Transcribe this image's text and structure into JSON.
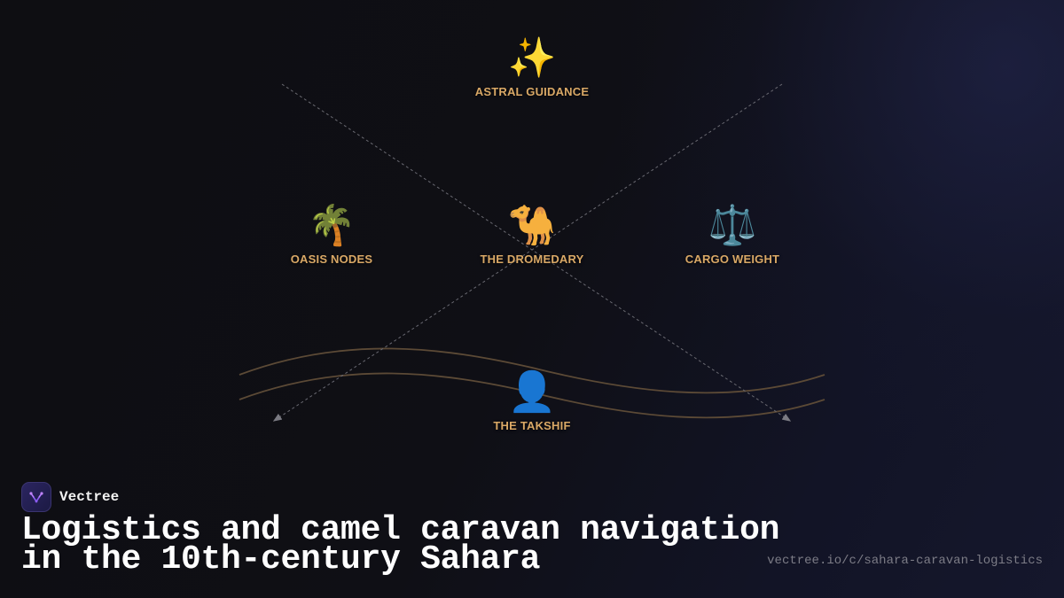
{
  "diagram": {
    "nodes": [
      {
        "id": "astral",
        "emoji": "✨",
        "icon": "sparkles-icon",
        "label": "ASTRAL GUIDANCE"
      },
      {
        "id": "oasis",
        "emoji": "🌴",
        "icon": "palm-tree-icon",
        "label": "OASIS NODES"
      },
      {
        "id": "dromedary",
        "emoji": "🐪",
        "icon": "camel-icon",
        "label": "THE DROMEDARY"
      },
      {
        "id": "cargo",
        "emoji": "⚖️",
        "icon": "balance-scale-icon",
        "label": "CARGO WEIGHT"
      },
      {
        "id": "takshif",
        "emoji": "👤",
        "icon": "person-icon",
        "label": "THE TAKSHIF"
      }
    ],
    "colors": {
      "label": "#d9a866",
      "dashed_line": "#6a6a72",
      "wave": "#5c4a36"
    }
  },
  "brand": {
    "name": "Vectree",
    "logo_icon": "vectree-logo-icon"
  },
  "title": {
    "line1": "Logistics and camel caravan navigation",
    "line2": "in the 10th-century Sahara"
  },
  "url": "vectree.io/c/sahara-caravan-logistics"
}
